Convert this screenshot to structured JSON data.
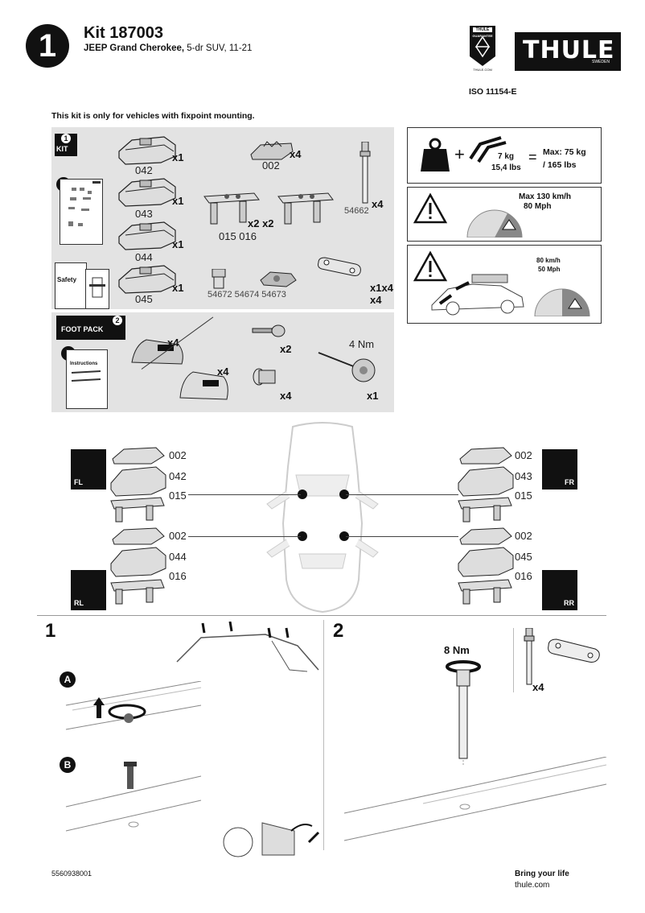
{
  "header": {
    "step_number": "1",
    "kit_title": "Kit 187003",
    "vehicle_bold": "JEEP Grand Cherokee,",
    "vehicle_rest": " 5-dr SUV, 11-21",
    "iso": "ISO 11154-E",
    "logo_text": "THULE",
    "logo_sub": "SWEDEN",
    "badge_top": "THULE",
    "badge_mid": "GUARANTEE",
    "badge_url": "THULE.COM"
  },
  "notice": "This kit is only for vehicles with fixpoint mounting.",
  "kit_panel": {
    "tag_num": "1",
    "tag_label": "KIT",
    "doc_num": "1",
    "safety_label": "Safety",
    "items": [
      {
        "code": "042",
        "qty": "x1"
      },
      {
        "code": "043",
        "qty": "x1"
      },
      {
        "code": "044",
        "qty": "x1"
      },
      {
        "code": "045",
        "qty": "x1"
      }
    ],
    "pad_code": "002",
    "pad_qty": "x4",
    "bolt_code": "54662",
    "bolt_qty": "x4",
    "bracket_codes": "015 016",
    "bracket_qty": "x2 x2",
    "small_codes": "54672 54674 54673",
    "small_qty": "x1x4 x4"
  },
  "foot_panel": {
    "tag_num": "2",
    "tag_label": "FOOT PACK",
    "doc_num": "2",
    "doc_text": "Instructions",
    "foot1_qty": "x4",
    "foot2_qty": "x4",
    "key_qty": "x2",
    "lock_qty": "x4",
    "torque": "4 Nm",
    "tool_qty": "x1"
  },
  "specs": {
    "weight": "7 kg",
    "weight_lbs": "15,4 lbs",
    "equals": "=",
    "plus": "+",
    "max_load": "Max: 75 kg",
    "max_load_lbs": "/ 165 lbs",
    "max_speed": "Max  130 km/h",
    "max_speed_mph": "80 Mph",
    "load_speed": "80 km/h",
    "load_speed_mph": "50 Mph"
  },
  "positions": {
    "fl": {
      "corner": "FL",
      "codes": [
        "002",
        "042",
        "015"
      ]
    },
    "rl": {
      "corner": "RL",
      "codes": [
        "002",
        "044",
        "016"
      ]
    },
    "fr": {
      "corner": "FR",
      "codes": [
        "002",
        "043",
        "015"
      ]
    },
    "rr": {
      "corner": "RR",
      "codes": [
        "002",
        "045",
        "016"
      ]
    }
  },
  "steps": {
    "step1": "1",
    "step2": "2",
    "sub_a": "A",
    "sub_b": "B",
    "torque": "8 Nm",
    "qty": "x4"
  },
  "footer": {
    "doc_number": "5560938001",
    "tagline": "Bring your life",
    "url": "thule.com"
  }
}
